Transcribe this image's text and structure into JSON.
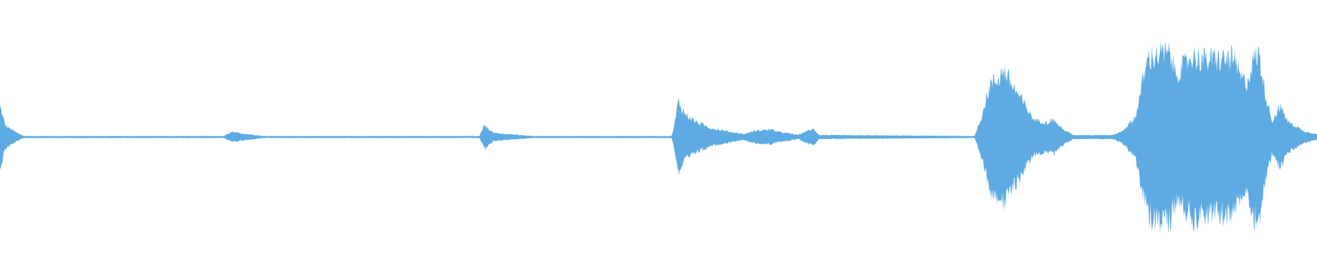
{
  "waveform": {
    "color": "#5dabe2",
    "background": "#ffffff",
    "amplitude_envelope": [
      [
        0.0,
        0.32
      ],
      [
        0.004,
        0.12
      ],
      [
        0.012,
        0.05
      ],
      [
        0.018,
        0.01
      ],
      [
        0.17,
        0.01
      ],
      [
        0.176,
        0.05
      ],
      [
        0.182,
        0.04
      ],
      [
        0.2,
        0.01
      ],
      [
        0.364,
        0.01
      ],
      [
        0.368,
        0.12
      ],
      [
        0.375,
        0.04
      ],
      [
        0.405,
        0.01
      ],
      [
        0.51,
        0.01
      ],
      [
        0.512,
        0.12
      ],
      [
        0.515,
        0.37
      ],
      [
        0.52,
        0.24
      ],
      [
        0.528,
        0.16
      ],
      [
        0.54,
        0.09
      ],
      [
        0.556,
        0.05
      ],
      [
        0.565,
        0.03
      ],
      [
        0.572,
        0.06
      ],
      [
        0.585,
        0.08
      ],
      [
        0.592,
        0.05
      ],
      [
        0.598,
        0.04
      ],
      [
        0.602,
        0.03
      ],
      [
        0.606,
        0.02
      ],
      [
        0.612,
        0.06
      ],
      [
        0.618,
        0.08
      ],
      [
        0.622,
        0.02
      ],
      [
        0.74,
        0.01
      ],
      [
        0.745,
        0.2
      ],
      [
        0.752,
        0.55
      ],
      [
        0.758,
        0.6
      ],
      [
        0.762,
        0.7
      ],
      [
        0.768,
        0.55
      ],
      [
        0.775,
        0.4
      ],
      [
        0.785,
        0.18
      ],
      [
        0.795,
        0.15
      ],
      [
        0.8,
        0.18
      ],
      [
        0.806,
        0.09
      ],
      [
        0.815,
        0.02
      ],
      [
        0.845,
        0.02
      ],
      [
        0.852,
        0.06
      ],
      [
        0.862,
        0.2
      ],
      [
        0.868,
        0.6
      ],
      [
        0.872,
        0.82
      ],
      [
        0.88,
        0.86
      ],
      [
        0.888,
        0.86
      ],
      [
        0.893,
        0.66
      ],
      [
        0.898,
        0.72
      ],
      [
        0.905,
        0.84
      ],
      [
        0.915,
        0.8
      ],
      [
        0.928,
        0.8
      ],
      [
        0.936,
        0.82
      ],
      [
        0.942,
        0.62
      ],
      [
        0.947,
        0.56
      ],
      [
        0.952,
        0.82
      ],
      [
        0.956,
        0.86
      ],
      [
        0.96,
        0.5
      ],
      [
        0.966,
        0.16
      ],
      [
        0.972,
        0.32
      ],
      [
        0.978,
        0.16
      ],
      [
        0.99,
        0.06
      ],
      [
        1.0,
        0.03
      ]
    ]
  }
}
